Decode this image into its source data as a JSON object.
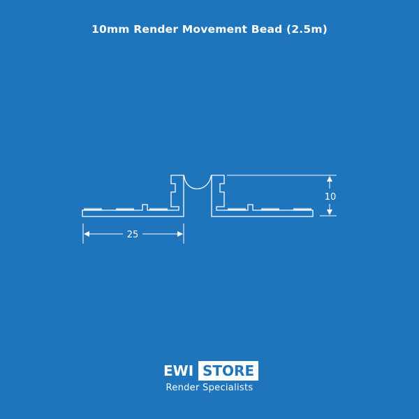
{
  "title": "10mm Render Movement Bead (2.5m)",
  "dimensions": {
    "width_label": "25",
    "height_label": "10"
  },
  "brand": {
    "logo_left": "EWI",
    "logo_right": "STORE",
    "tagline": "Render Specialists"
  },
  "colors": {
    "background": "#1f75bb",
    "line": "#ffffff"
  }
}
